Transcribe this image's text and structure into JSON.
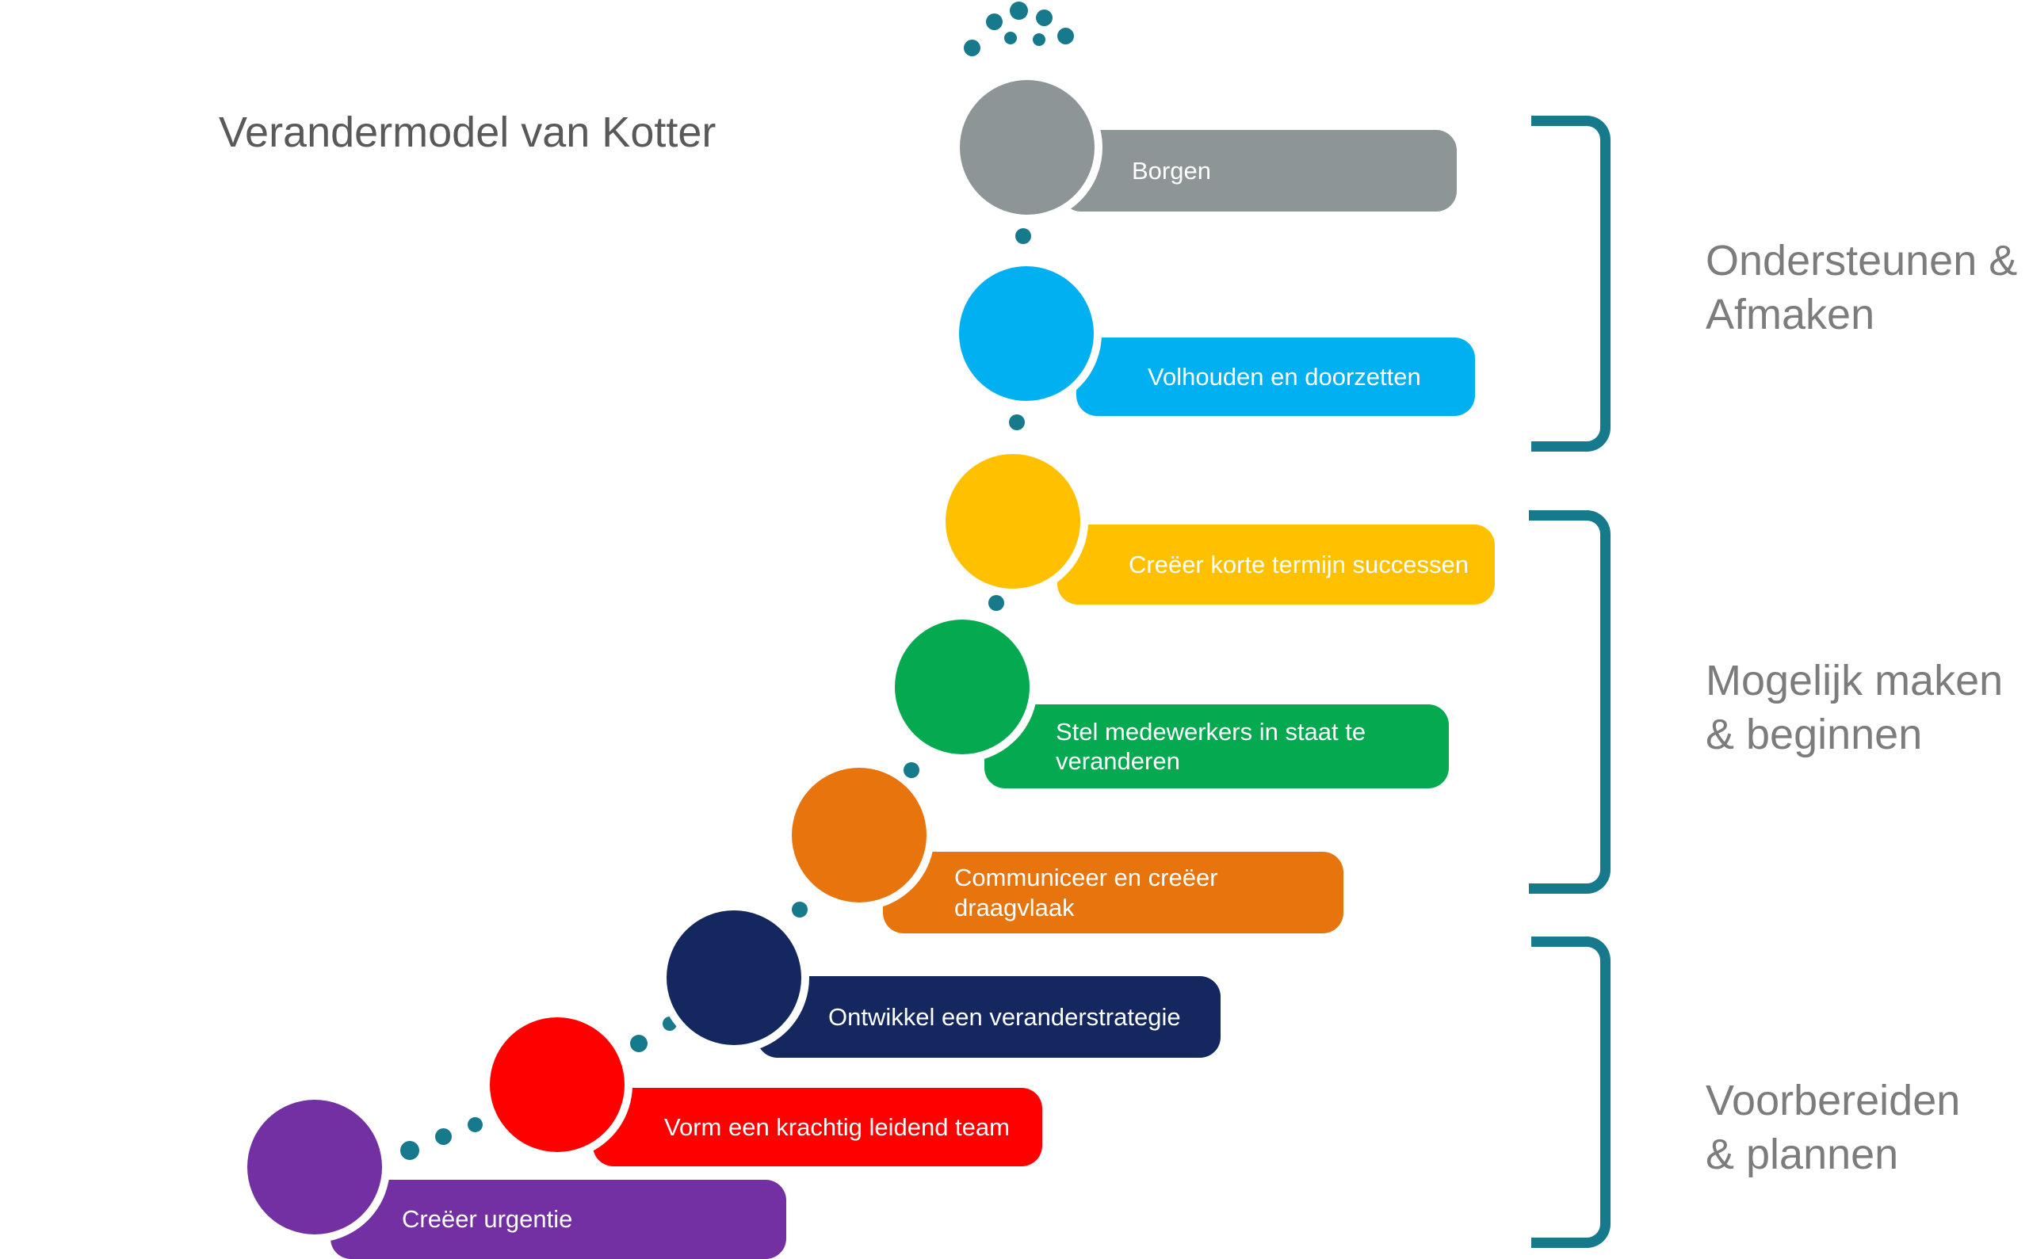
{
  "title": "Verandermodel van Kotter",
  "steps": [
    {
      "order": 1,
      "label": "Creëer urgentie",
      "color": "#7230A3"
    },
    {
      "order": 2,
      "label": "Vorm een krachtig leidend team",
      "color": "#FE0000"
    },
    {
      "order": 3,
      "label": "Ontwikkel een veranderstrategie",
      "color": "#14275E"
    },
    {
      "order": 4,
      "label": "Communiceer  en creëer draagvlaak",
      "color": "#E8740E"
    },
    {
      "order": 5,
      "label": "Stel medewerkers in staat te veranderen",
      "color": "#05A94F"
    },
    {
      "order": 6,
      "label": "Creëer korte termijn successen",
      "color": "#FFC000"
    },
    {
      "order": 7,
      "label": "Volhouden en doorzetten",
      "color": "#00B0F0"
    },
    {
      "order": 8,
      "label": "Borgen",
      "color": "#8E9596"
    }
  ],
  "phases": [
    {
      "label": "Ondersteunen & Afmaken",
      "lines": [
        "Ondersteunen &",
        "Afmaken"
      ],
      "covers_steps": [
        7,
        8
      ]
    },
    {
      "label": "Mogelijk maken & beginnen",
      "lines": [
        "Mogelijk maken",
        "& beginnen"
      ],
      "covers_steps": [
        4,
        5,
        6
      ]
    },
    {
      "label": "Voorbereiden & plannen",
      "lines": [
        "Voorbereiden",
        "& plannen"
      ],
      "covers_steps": [
        1,
        2,
        3
      ]
    }
  ],
  "colors": {
    "connector": "#16798C",
    "title_text": "#595959",
    "phase_text": "#7C7C7C",
    "bar_text": "#FFFFFF",
    "circle_ring": "#FFFFFF"
  },
  "icons": {
    "connector_dot": "filled-circle",
    "phase_bracket": "square-bracket-right"
  }
}
